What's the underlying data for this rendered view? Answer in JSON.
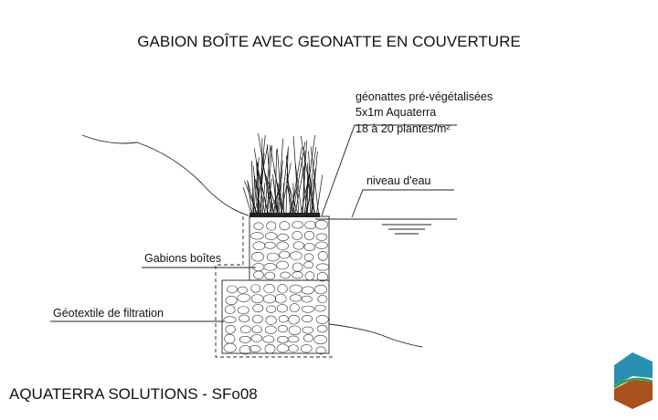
{
  "title": "GABION BOÎTE AVEC GEONATTE EN COUVERTURE",
  "labels": {
    "geonatte_line1": "géonattes pré-végétalisées",
    "geonatte_line2": "5x1m Aquaterra",
    "geonatte_line3": "18 à 20 plantes/m²",
    "water_level": "niveau d'eau",
    "gabions": "Gabions boîtes",
    "geotextile": "Géotextile de filtration"
  },
  "footer": "AQUATERRA SOLUTIONS - SFo08",
  "logo": {
    "colors": {
      "top": "#2a8fb0",
      "bottom": "#a8501e",
      "stripe": "#3aa04a"
    }
  }
}
